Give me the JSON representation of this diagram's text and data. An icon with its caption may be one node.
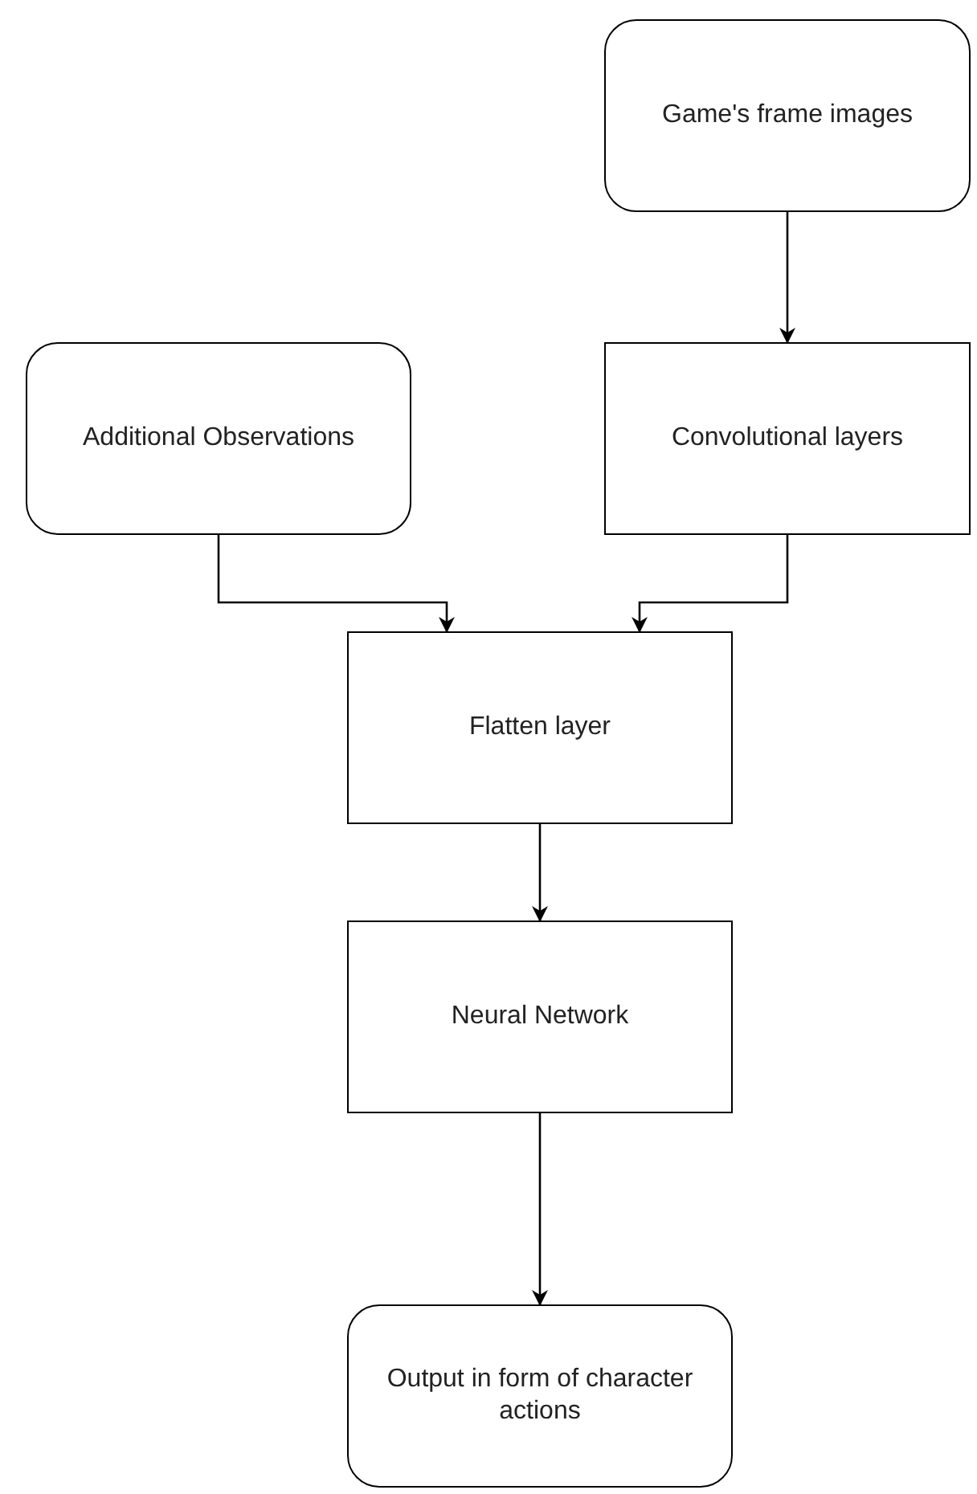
{
  "diagram": {
    "nodes": [
      {
        "text": [
          "Game's frame images"
        ]
      },
      {
        "text": [
          "Additional Observations"
        ]
      },
      {
        "text": [
          "Convolutional layers"
        ]
      },
      {
        "text": [
          "Flatten layer"
        ]
      },
      {
        "text": [
          "Neural Network"
        ]
      },
      {
        "text": [
          "Output in form of character actions"
        ]
      }
    ],
    "edges": [
      {
        "from": 0,
        "to": 2,
        "arrow": "to"
      },
      {
        "from": 1,
        "to": 3,
        "arrow": "to"
      },
      {
        "from": 2,
        "to": 3,
        "arrow": "to"
      },
      {
        "from": 3,
        "to": 4,
        "arrow": "to"
      },
      {
        "from": 4,
        "to": 5,
        "arrow": "to"
      }
    ]
  }
}
